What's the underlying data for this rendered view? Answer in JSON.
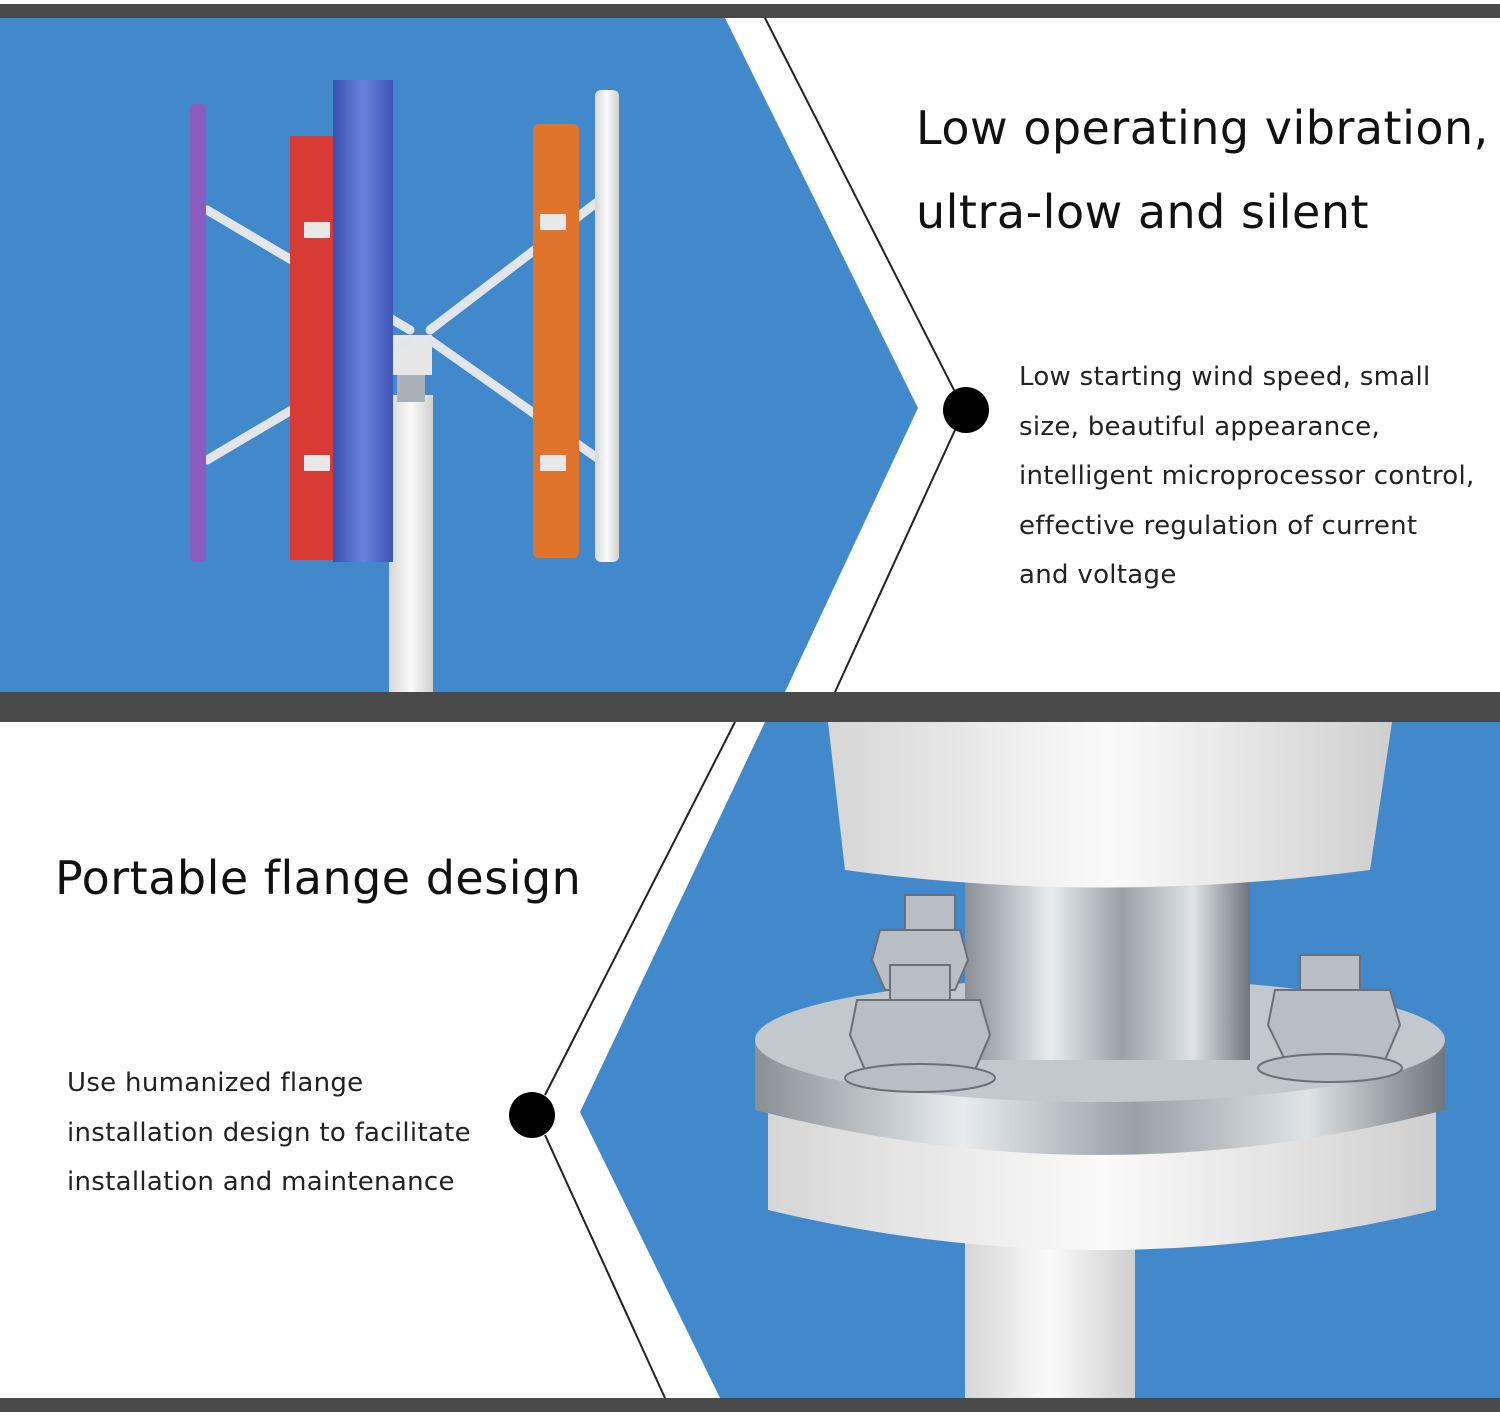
{
  "colors": {
    "panel_blue": "#4289cb",
    "frame_gray": "#4a4a4a",
    "dot": "#000000"
  },
  "section1": {
    "title_lines": [
      "Low operating vibration,",
      "ultra-low and silent"
    ],
    "body_lines": [
      "Low starting wind speed, small",
      "size, beautiful appearance,",
      "intelligent microprocessor control,",
      "effective regulation of current",
      "and voltage"
    ]
  },
  "section2": {
    "title": "Portable flange design",
    "body_lines": [
      "Use humanized flange",
      "installation design to facilitate",
      "installation and maintenance"
    ]
  }
}
